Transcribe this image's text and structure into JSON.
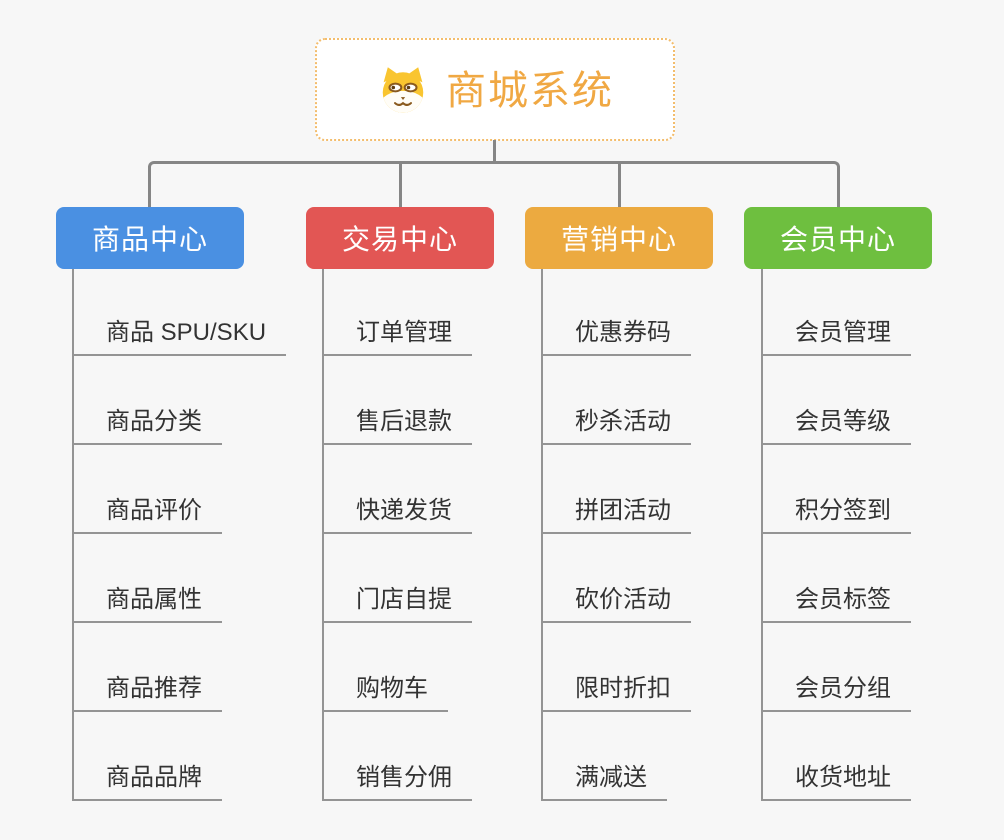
{
  "root": {
    "title": "商城系统",
    "icon": "dog-face-icon"
  },
  "branches": [
    {
      "label": "商品中心",
      "color": "#4a90e2",
      "children": [
        "商品 SPU/SKU",
        "商品分类",
        "商品评价",
        "商品属性",
        "商品推荐",
        "商品品牌"
      ]
    },
    {
      "label": "交易中心",
      "color": "#e25654",
      "children": [
        "订单管理",
        "售后退款",
        "快递发货",
        "门店自提",
        "购物车",
        "销售分佣"
      ]
    },
    {
      "label": "营销中心",
      "color": "#ecaa40",
      "children": [
        "优惠券码",
        "秒杀活动",
        "拼团活动",
        "砍价活动",
        "限时折扣",
        "满减送"
      ]
    },
    {
      "label": "会员中心",
      "color": "#6ebf3f",
      "children": [
        "会员管理",
        "会员等级",
        "积分签到",
        "会员标签",
        "会员分组",
        "收货地址"
      ]
    }
  ],
  "palette": {
    "canvas_bg": "#f7f7f7",
    "root_text": "#f0a843",
    "root_border": "#f3bd6d",
    "connector": "#868686",
    "leaf_line": "#949494",
    "leaf_text": "#333333",
    "dog_fur": "#f9c530",
    "dog_muzzle": "#fffdf7",
    "dog_features": "#8a5a1e"
  }
}
